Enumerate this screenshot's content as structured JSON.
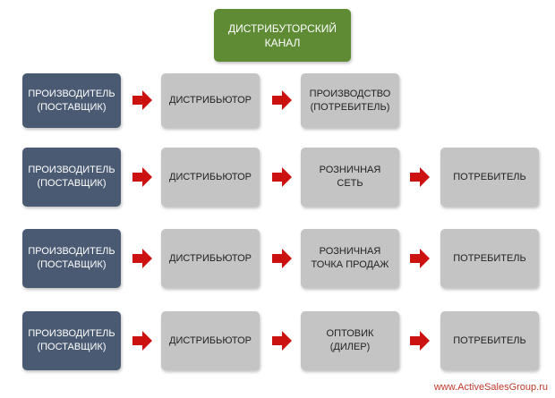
{
  "title": {
    "line1": "ДИСТРИБУТОРСКИЙ",
    "line2": "КАНАЛ"
  },
  "rows": [
    {
      "producer": [
        "ПРОИЗВОДИТЕЛЬ",
        "(ПОСТАВЩИК)"
      ],
      "distributor": "ДИСТРИБЬЮТОР",
      "third": [
        "ПРОИЗВОДСТВО",
        "(ПОТРЕБИТЕЛЬ)"
      ]
    },
    {
      "producer": [
        "ПРОИЗВОДИТЕЛЬ",
        "(ПОСТАВЩИК)"
      ],
      "distributor": "ДИСТРИБЬЮТОР",
      "third": [
        "РОЗНИЧНАЯ",
        "СЕТЬ"
      ],
      "fourth": "ПОТРЕБИТЕЛЬ"
    },
    {
      "producer": [
        "ПРОИЗВОДИТЕЛЬ",
        "(ПОСТАВЩИК)"
      ],
      "distributor": "ДИСТРИБЬЮТОР",
      "third": [
        "РОЗНИЧНАЯ",
        "ТОЧКА ПРОДАЖ"
      ],
      "fourth": "ПОТРЕБИТЕЛЬ"
    },
    {
      "producer": [
        "ПРОИЗВОДИТЕЛЬ",
        "(ПОСТАВЩИК)"
      ],
      "distributor": "ДИСТРИБЬЮТОР",
      "third": [
        "ОПТОВИК",
        "(ДИЛЕР)"
      ],
      "fourth": "ПОТРЕБИТЕЛЬ"
    }
  ],
  "footer": "www.ActiveSalesGroup.ru",
  "colors": {
    "title_bg": "#5f8b34",
    "producer_bg": "#4a5a72",
    "node_bg": "#c4c4c4",
    "arrow": "#cc1111",
    "footer_text": "#c0392b"
  },
  "icons": {
    "arrow": "arrow-right-icon"
  }
}
